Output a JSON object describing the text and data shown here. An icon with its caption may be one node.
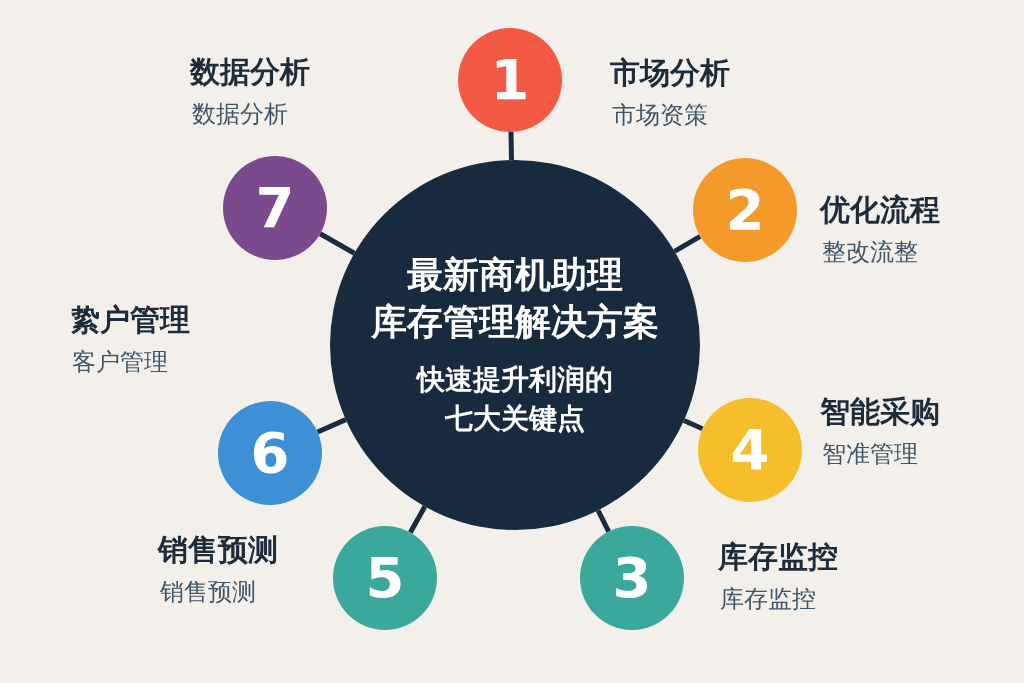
{
  "diagram": {
    "nodes": [
      {
        "text": [
          "最新商机助理库存管理解决方案",
          "快速提升利润的七大关键点"
        ]
      },
      {
        "text": [
          "1"
        ],
        "beside": [
          "市场分析",
          "市场资策"
        ]
      },
      {
        "text": [
          "2"
        ],
        "beside": [
          "优化流程",
          "整改流整"
        ]
      },
      {
        "text": [
          "3"
        ],
        "beside": [
          "库存监控",
          "库存监控"
        ]
      },
      {
        "text": [
          "4"
        ],
        "beside": [
          "智能采购",
          "智准管理"
        ]
      },
      {
        "text": [
          "5"
        ],
        "beside": [
          "销售预测",
          "销售预测"
        ]
      },
      {
        "text": [
          "6"
        ],
        "beside": [
          "絷户管理",
          "客户管理"
        ]
      },
      {
        "text": [
          "7"
        ],
        "beside": [
          "数据分析",
          "数据分析"
        ]
      }
    ],
    "edges": [
      {
        "from": 0,
        "to": 1,
        "arrow": "none"
      },
      {
        "from": 0,
        "to": 2,
        "arrow": "none"
      },
      {
        "from": 0,
        "to": 3,
        "arrow": "none"
      },
      {
        "from": 0,
        "to": 4,
        "arrow": "none"
      },
      {
        "from": 0,
        "to": 5,
        "arrow": "none"
      },
      {
        "from": 0,
        "to": 6,
        "arrow": "none"
      },
      {
        "from": 0,
        "to": 7,
        "arrow": "none"
      }
    ]
  }
}
